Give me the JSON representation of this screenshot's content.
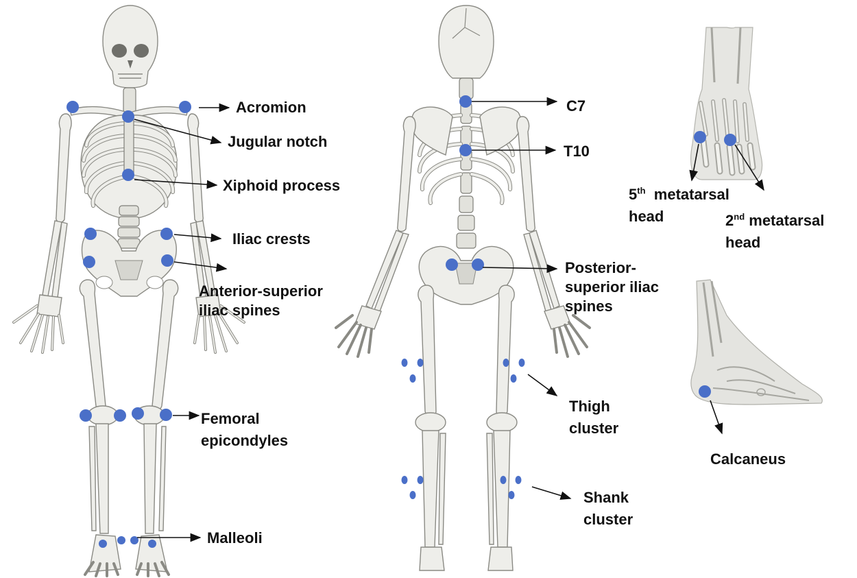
{
  "labels": {
    "acromion": "Acromion",
    "jugular_notch": "Jugular notch",
    "xiphoid_process": "Xiphoid process",
    "iliac_crests": "Iliac crests",
    "asis_line1": "Anterior-superior",
    "asis_line2": "iliac spines",
    "femoral_line1": "Femoral",
    "femoral_line2": "epicondyles",
    "malleoli": "Malleoli",
    "c7": "C7",
    "t10": "T10",
    "psis_line1": "Posterior-",
    "psis_line2": "superior iliac",
    "psis_line3": "spines",
    "thigh_line1": "Thigh",
    "thigh_line2": "cluster",
    "shank_line1": "Shank",
    "shank_line2": "cluster",
    "met5_num": "5",
    "met5_sup": "th",
    "met5_rest": "metatarsal",
    "met5_line2": "head",
    "met2_num": "2",
    "met2_sup": "nd",
    "met2_rest": " metatarsal",
    "met2_line2": "head",
    "calcaneus": "Calcaneus"
  },
  "colors": {
    "marker": "#4a6fc8",
    "bone": "#eeeeea",
    "bone_outline": "#8a8a84",
    "label_text": "#111111",
    "background": "#ffffff"
  }
}
